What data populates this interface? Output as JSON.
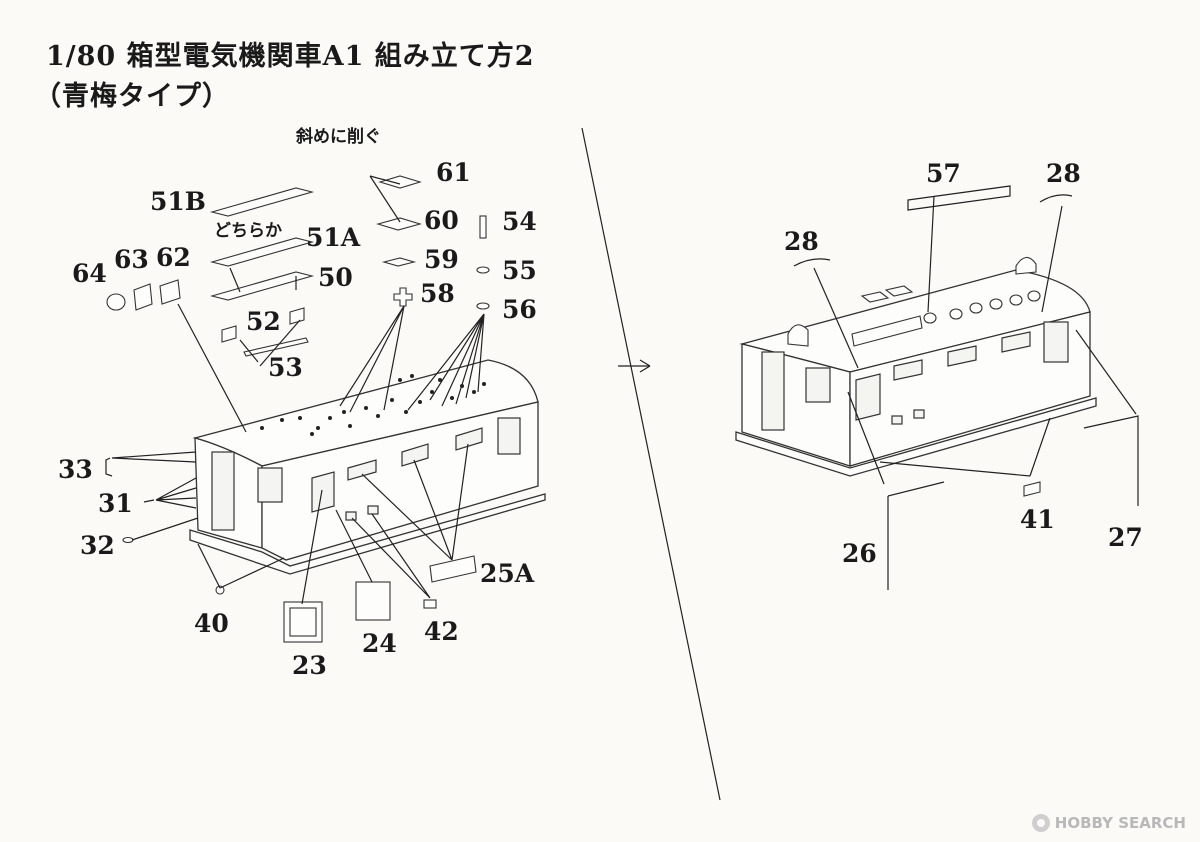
{
  "title": "1/80 箱型電気機関車A1 組み立て方2",
  "subtitle": "（青梅タイプ）",
  "notes": {
    "bevel": "斜めに削ぐ",
    "either": "どちらか"
  },
  "parts_left": {
    "p61": "61",
    "p60": "60",
    "p59": "59",
    "p58": "58",
    "p54": "54",
    "p55": "55",
    "p56": "56",
    "p51B": "51B",
    "p51A": "51A",
    "p50": "50",
    "p64": "64",
    "p63": "63",
    "p62": "62",
    "p52": "52",
    "p53": "53",
    "p33": "33",
    "p31": "31",
    "p32": "32",
    "p40": "40",
    "p23": "23",
    "p24": "24",
    "p42": "42",
    "p25A": "25A"
  },
  "parts_right": {
    "p57": "57",
    "p28a": "28",
    "p28b": "28",
    "p26": "26",
    "p41": "41",
    "p27": "27"
  },
  "watermark": "HOBBY SEARCH"
}
